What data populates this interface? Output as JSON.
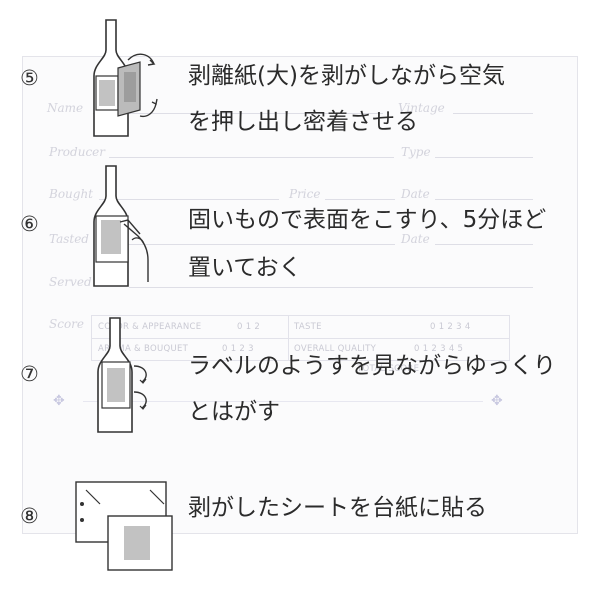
{
  "card": {
    "fields": {
      "name": "Name",
      "vintage": "Vintage",
      "producer": "Producer",
      "type": "Type",
      "bought": "Bought",
      "price": "Price",
      "date1": "Date",
      "tasted": "Tasted",
      "date2": "Date",
      "served": "Served with",
      "score": "Score"
    },
    "table": {
      "color": "COLOR & APPEARANCE",
      "color_scale": "0  1  2",
      "aroma": "AROMA & BOUQUET",
      "aroma_scale": "0  1  2  3",
      "taste": "TASTE",
      "taste_scale": "0  1  2  3  4",
      "overall": "OVERALL QUALITY",
      "overall_scale": "0  1  2  3  4  5",
      "total": "TOTAL SCORE"
    }
  },
  "steps": [
    {
      "number": "⑤",
      "line1": "剥離紙(大)を剥がしながら空気",
      "line2": "を押し出し密着させる"
    },
    {
      "number": "⑥",
      "line1": "固いもので表面をこすり、5分ほど",
      "line2": "置いておく"
    },
    {
      "number": "⑦",
      "line1": "ラベルのようすを見ながらゆっくり",
      "line2": "とはがす"
    },
    {
      "number": "⑧",
      "line1": "剥がしたシートを台紙に貼る",
      "line2": ""
    }
  ],
  "colors": {
    "ink": "#2b2b2b",
    "card_text": "#d3d3dc"
  },
  "icons": [
    "bottle-peel-icon",
    "bottle-rub-icon",
    "bottle-lift-icon",
    "card-mount-icon"
  ]
}
